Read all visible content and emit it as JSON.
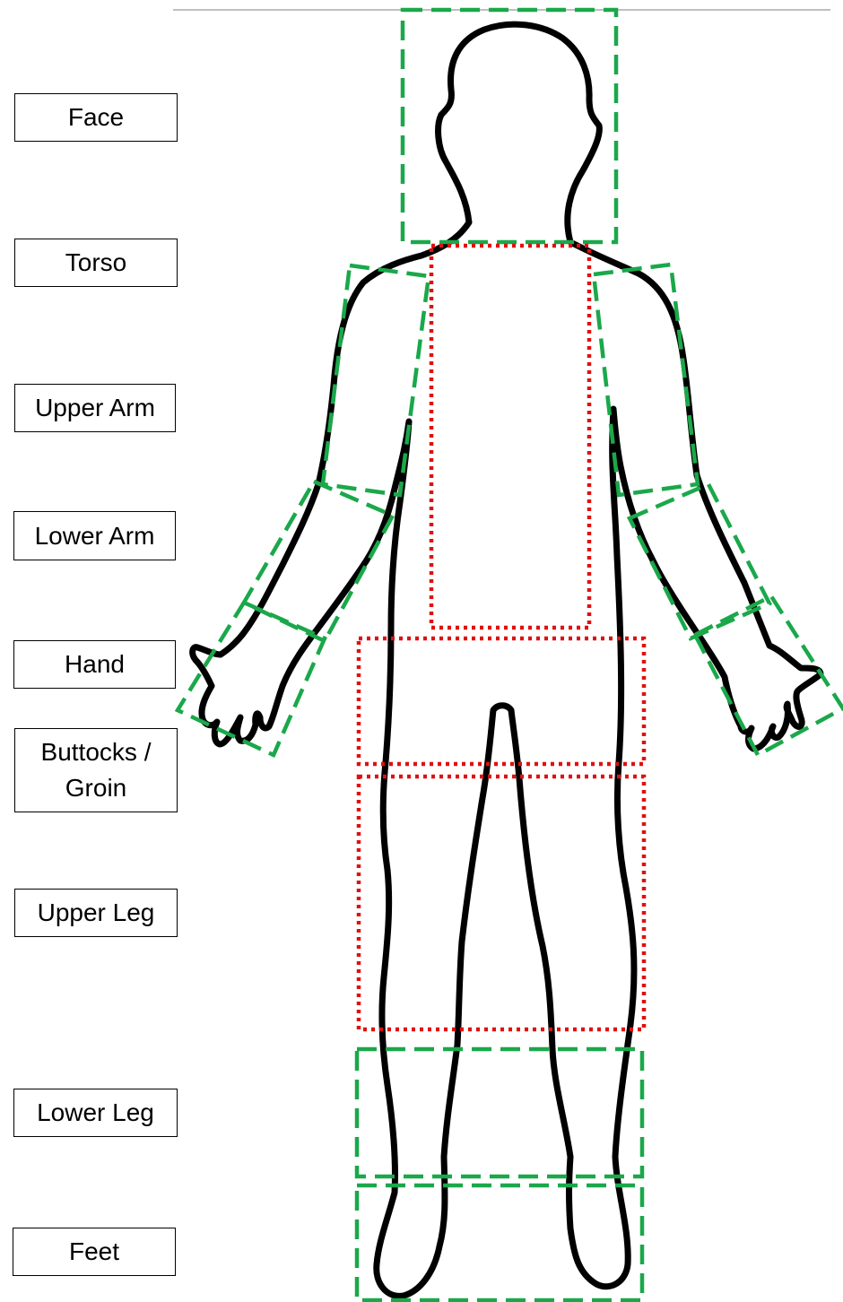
{
  "labels": {
    "face": "Face",
    "torso": "Torso",
    "upper_arm": "Upper Arm",
    "lower_arm": "Lower Arm",
    "hand": "Hand",
    "buttocks_groin_line1": "Buttocks /",
    "buttocks_groin_line2": "Groin",
    "upper_leg": "Upper Leg",
    "lower_leg": "Lower Leg",
    "feet": "Feet"
  },
  "colors": {
    "outline": "#000000",
    "green_region": "#1aa84a",
    "red_region": "#e01010",
    "rule": "#bfbfbf"
  }
}
